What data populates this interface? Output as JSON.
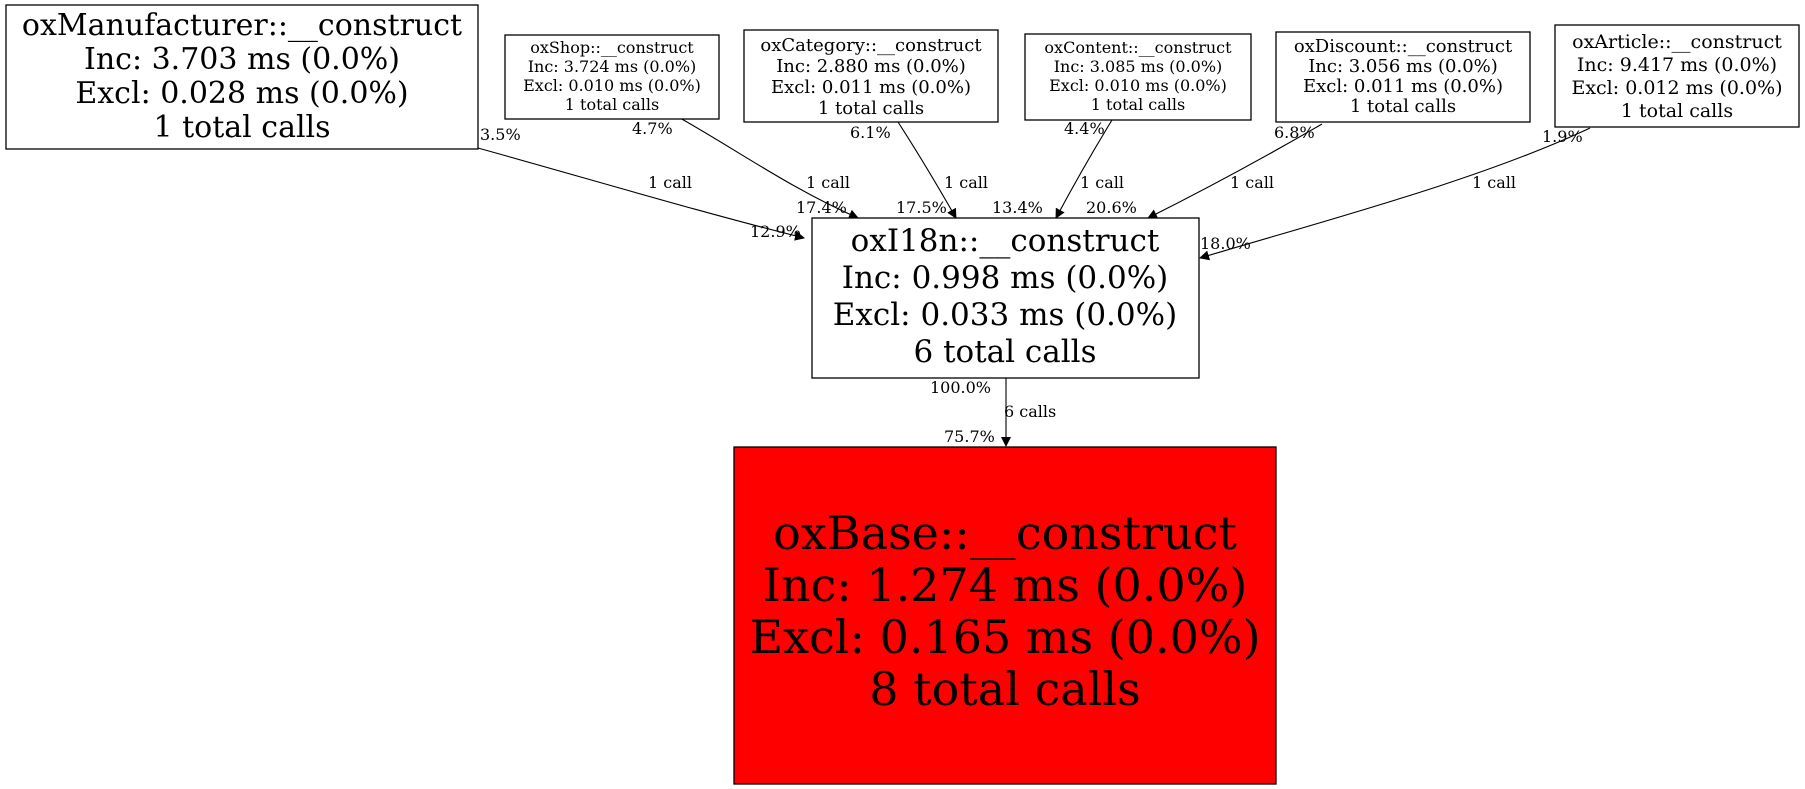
{
  "nodes": {
    "manufacturer": {
      "lines": [
        "oxManufacturer::__construct",
        "Inc: 3.703 ms (0.0%)",
        "Excl: 0.028 ms (0.0%)",
        "1 total calls"
      ],
      "fill": "#ffffff"
    },
    "shop": {
      "lines": [
        "oxShop::__construct",
        "Inc: 3.724 ms (0.0%)",
        "Excl: 0.010 ms (0.0%)",
        "1 total calls"
      ],
      "fill": "#ffffff"
    },
    "category": {
      "lines": [
        "oxCategory::__construct",
        "Inc: 2.880 ms (0.0%)",
        "Excl: 0.011 ms (0.0%)",
        "1 total calls"
      ],
      "fill": "#ffffff"
    },
    "content": {
      "lines": [
        "oxContent::__construct",
        "Inc: 3.085 ms (0.0%)",
        "Excl: 0.010 ms (0.0%)",
        "1 total calls"
      ],
      "fill": "#ffffff"
    },
    "discount": {
      "lines": [
        "oxDiscount::__construct",
        "Inc: 3.056 ms (0.0%)",
        "Excl: 0.011 ms (0.0%)",
        "1 total calls"
      ],
      "fill": "#ffffff"
    },
    "article": {
      "lines": [
        "oxArticle::__construct",
        "Inc: 9.417 ms (0.0%)",
        "Excl: 0.012 ms (0.0%)",
        "1 total calls"
      ],
      "fill": "#ffffff"
    },
    "i18n": {
      "lines": [
        "oxI18n::__construct",
        "Inc: 0.998 ms (0.0%)",
        "Excl: 0.033 ms (0.0%)",
        "6 total calls"
      ],
      "fill": "#ffffff"
    },
    "base": {
      "lines": [
        "oxBase::__construct",
        "Inc: 1.274 ms (0.0%)",
        "Excl: 0.165 ms (0.0%)",
        "8 total calls"
      ],
      "fill": "#ff0000"
    }
  },
  "edges": [
    {
      "from": "manufacturer",
      "to": "i18n",
      "tail_pct": "3.5%",
      "calls": "1 call",
      "head_pct": "12.9%"
    },
    {
      "from": "shop",
      "to": "i18n",
      "tail_pct": "4.7%",
      "calls": "1 call",
      "head_pct": "17.4%"
    },
    {
      "from": "category",
      "to": "i18n",
      "tail_pct": "6.1%",
      "calls": "1 call",
      "head_pct": "17.5%"
    },
    {
      "from": "content",
      "to": "i18n",
      "tail_pct": "4.4%",
      "calls": "1 call",
      "head_pct": "13.4%"
    },
    {
      "from": "discount",
      "to": "i18n",
      "tail_pct": "6.8%",
      "calls": "1 call",
      "head_pct": "20.6%"
    },
    {
      "from": "article",
      "to": "i18n",
      "tail_pct": "1.9%",
      "calls": "1 call",
      "head_pct": "18.0%"
    },
    {
      "from": "i18n",
      "to": "base",
      "tail_pct": "100.0%",
      "calls": "6 calls",
      "head_pct": "75.7%"
    }
  ]
}
